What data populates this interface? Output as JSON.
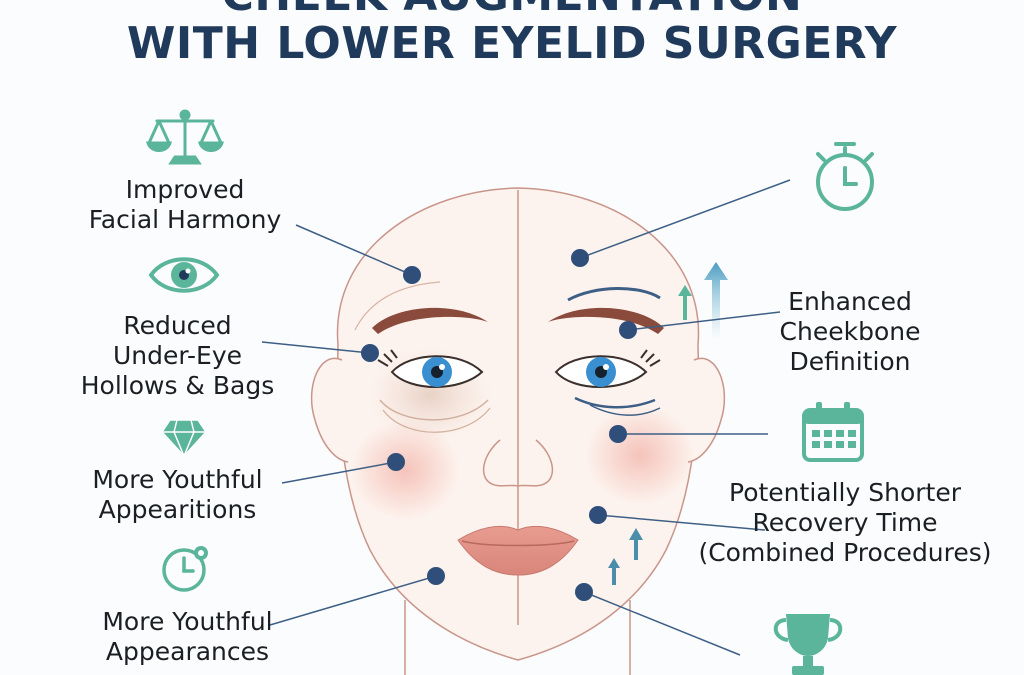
{
  "title": {
    "line1": "CHEEK AUGMENTATION",
    "line2": "WITH LOWER EYELID SURGERY"
  },
  "left_items": [
    {
      "lines": [
        "Improved",
        "Facial Harmony"
      ],
      "icon": "scales-icon"
    },
    {
      "lines": [
        "Reduced",
        "Under-Eye",
        "Hollows & Bags"
      ],
      "icon": "eye-icon"
    },
    {
      "lines": [
        "More Youthful",
        "Appearitions"
      ],
      "icon": "diamond-icon"
    },
    {
      "lines": [
        "More Youthful",
        "Appearances"
      ],
      "icon": "clock-icon"
    }
  ],
  "right_items": [
    {
      "lines": [],
      "icon": "stopwatch-icon"
    },
    {
      "lines": [
        "Enhanced",
        "Cheekbone",
        "Definition"
      ],
      "icon": "up-arrow-icon"
    },
    {
      "lines": [
        "Potentially Shorter",
        "Recovery Time",
        "(Combined Procedures)"
      ],
      "icon": "calendar-icon"
    },
    {
      "lines": [],
      "icon": "trophy-icon"
    }
  ],
  "colors": {
    "accent": "#5bb59a",
    "title": "#1f3a5a",
    "dot": "#2f4f7a",
    "line": "#3d5f86",
    "skin_line": "#c9958a",
    "brow": "#8a4a3c",
    "iris": "#3a8fd0",
    "lips": "#e0958a"
  }
}
